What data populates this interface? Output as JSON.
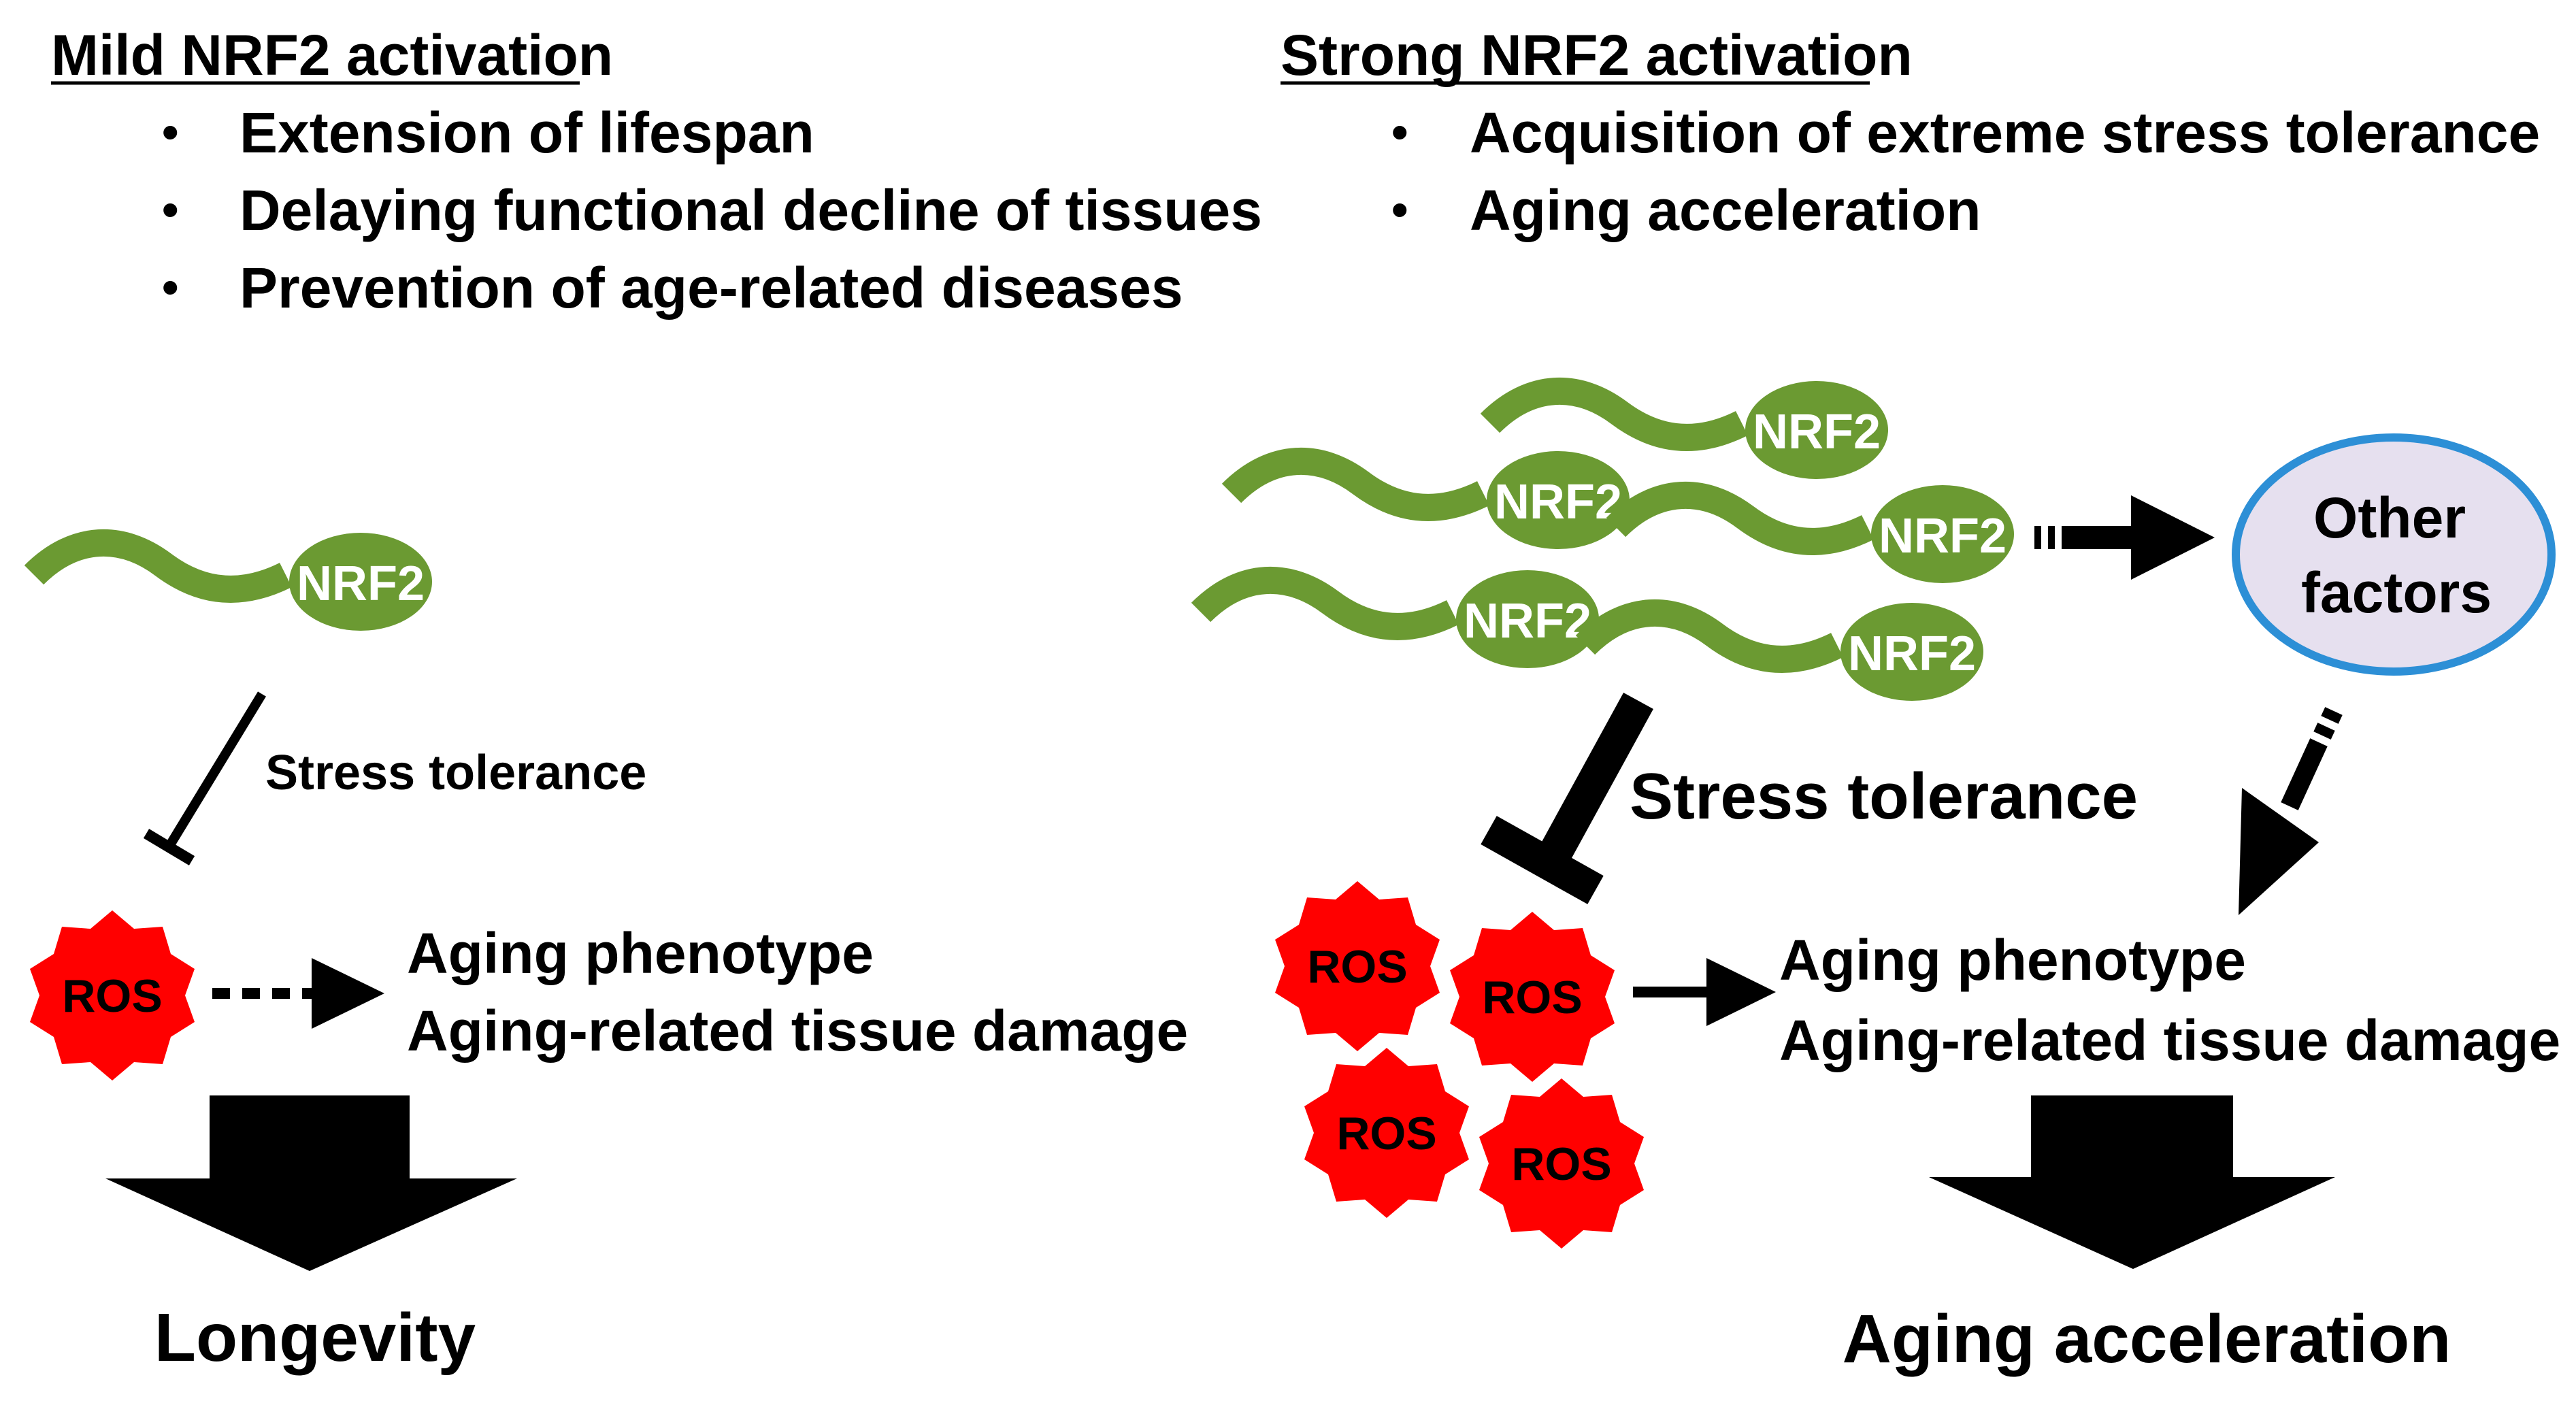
{
  "left_panel": {
    "heading": "Mild NRF2 activation",
    "bullet_char": "•",
    "bullets": [
      "Extension of lifespan",
      "Delaying functional decline of tissues",
      "Prevention of age-related diseases"
    ],
    "nrf2_label": "NRF2",
    "inhibition_label": "Stress tolerance",
    "ros_label": "ROS",
    "effects": [
      "Aging phenotype",
      "Aging-related tissue damage"
    ],
    "outcome": "Longevity"
  },
  "right_panel": {
    "heading": "Strong NRF2 activation",
    "bullet_char": "•",
    "bullets": [
      "Acquisition of extreme stress tolerance",
      "Aging acceleration"
    ],
    "nrf2_label": "NRF2",
    "other_factors": [
      "Other",
      "factors"
    ],
    "inhibition_label": "Stress tolerance",
    "ros_label": "ROS",
    "effects": [
      "Aging phenotype",
      "Aging-related tissue damage"
    ],
    "outcome": "Aging acceleration"
  },
  "colors": {
    "nrf2_green": "#6b9a32",
    "ros_red": "#ff0000",
    "other_factors_fill": "#e6e0ef",
    "other_factors_stroke": "#2d8fd6",
    "arrow_black": "#000000"
  },
  "icons": [
    "nrf2-protein-icon",
    "ros-starburst-icon",
    "other-factors-circle-icon"
  ]
}
